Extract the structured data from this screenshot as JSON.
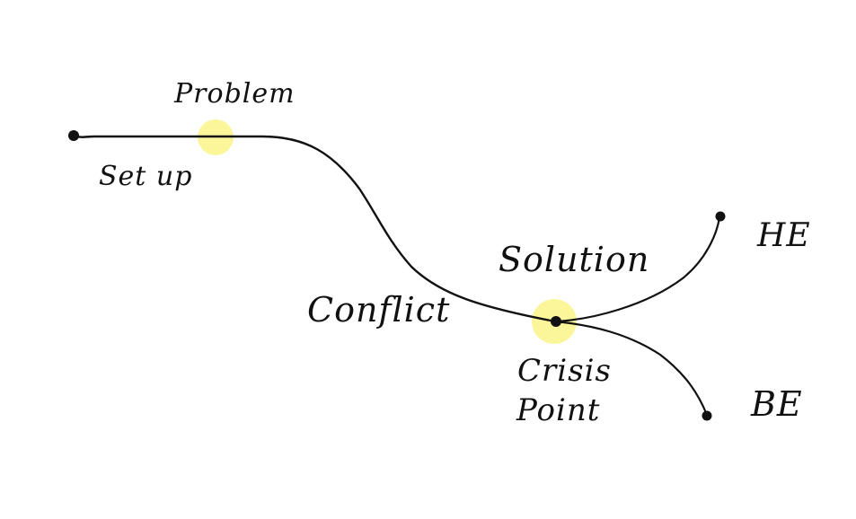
{
  "diagram": {
    "labels": {
      "problem": "Problem",
      "setup": "Set up",
      "conflict": "Conflict",
      "solution": "Solution",
      "crisis_line1": "Crisis",
      "crisis_line2": "Point",
      "happy_ending": "HE",
      "bad_ending": "BE"
    },
    "colors": {
      "stroke": "#111111",
      "highlight": "#fbf48a"
    }
  }
}
